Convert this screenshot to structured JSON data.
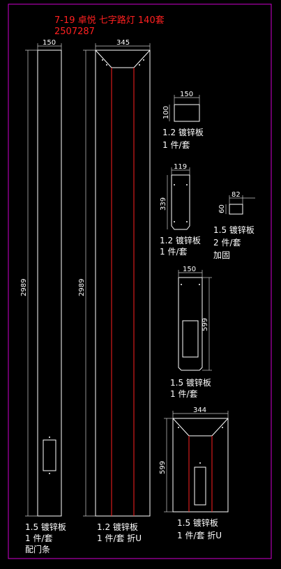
{
  "header": {
    "title": "7-19 卓悦 七字路灯 140套",
    "code": "2507287"
  },
  "parts": [
    {
      "id": "p1",
      "dims": [
        "150",
        "2989"
      ],
      "spec": "1.5 镀锌板",
      "qty": "1 件/套",
      "note": "配门条"
    },
    {
      "id": "p2",
      "dims": [
        "345",
        "2989"
      ],
      "spec": "1.2 镀锌板",
      "qty": "1 件/套 折U",
      "note": ""
    },
    {
      "id": "p3",
      "dims": [
        "150",
        "100"
      ],
      "spec": "1.2 镀锌板",
      "qty": "1 件/套",
      "note": ""
    },
    {
      "id": "p4",
      "dims": [
        "119",
        "339"
      ],
      "spec": "1.2 镀锌板",
      "qty": "1 件/套",
      "note": ""
    },
    {
      "id": "p5",
      "dims": [
        "82",
        "60"
      ],
      "spec": "1.5 镀锌板",
      "qty": "2 件/套",
      "note": "加固"
    },
    {
      "id": "p6",
      "dims": [
        "150",
        "599"
      ],
      "spec": "1.5 镀锌板",
      "qty": "1 件/套",
      "note": ""
    },
    {
      "id": "p7",
      "dims": [
        "344",
        "599"
      ],
      "spec": "1.5 镀锌板",
      "qty": "1 件/套 折U",
      "note": ""
    }
  ],
  "colors": {
    "frame": "#d000d0",
    "title": "#ff2020",
    "line": "#ffffff",
    "fold": "#ff2020"
  }
}
